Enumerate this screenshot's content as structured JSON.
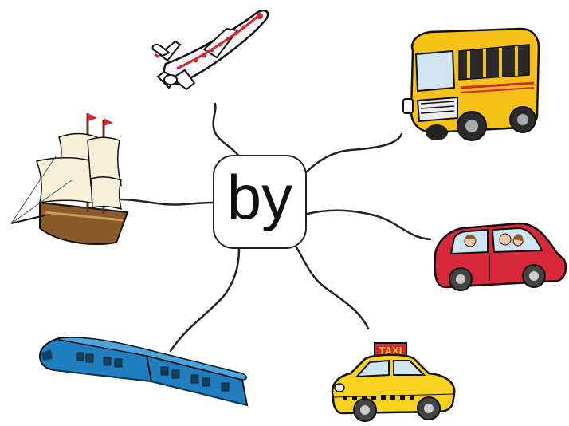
{
  "center_word": "by",
  "taxi_sign": "TAXI",
  "branches": [
    {
      "name": "airplane",
      "icon": "airplane-icon"
    },
    {
      "name": "school-bus",
      "icon": "bus-icon"
    },
    {
      "name": "car",
      "icon": "car-icon"
    },
    {
      "name": "taxi",
      "icon": "taxi-icon"
    },
    {
      "name": "train",
      "icon": "train-icon"
    },
    {
      "name": "sailing-ship",
      "icon": "ship-icon"
    }
  ],
  "colors": {
    "line": "#222222",
    "bus": "#f6c21a",
    "car": "#d9283a",
    "taxi": "#f7d21e",
    "train": "#1f7fc0",
    "sail": "#f6f0d8",
    "hull": "#8a5a2b",
    "plane_trim": "#d8262e"
  }
}
